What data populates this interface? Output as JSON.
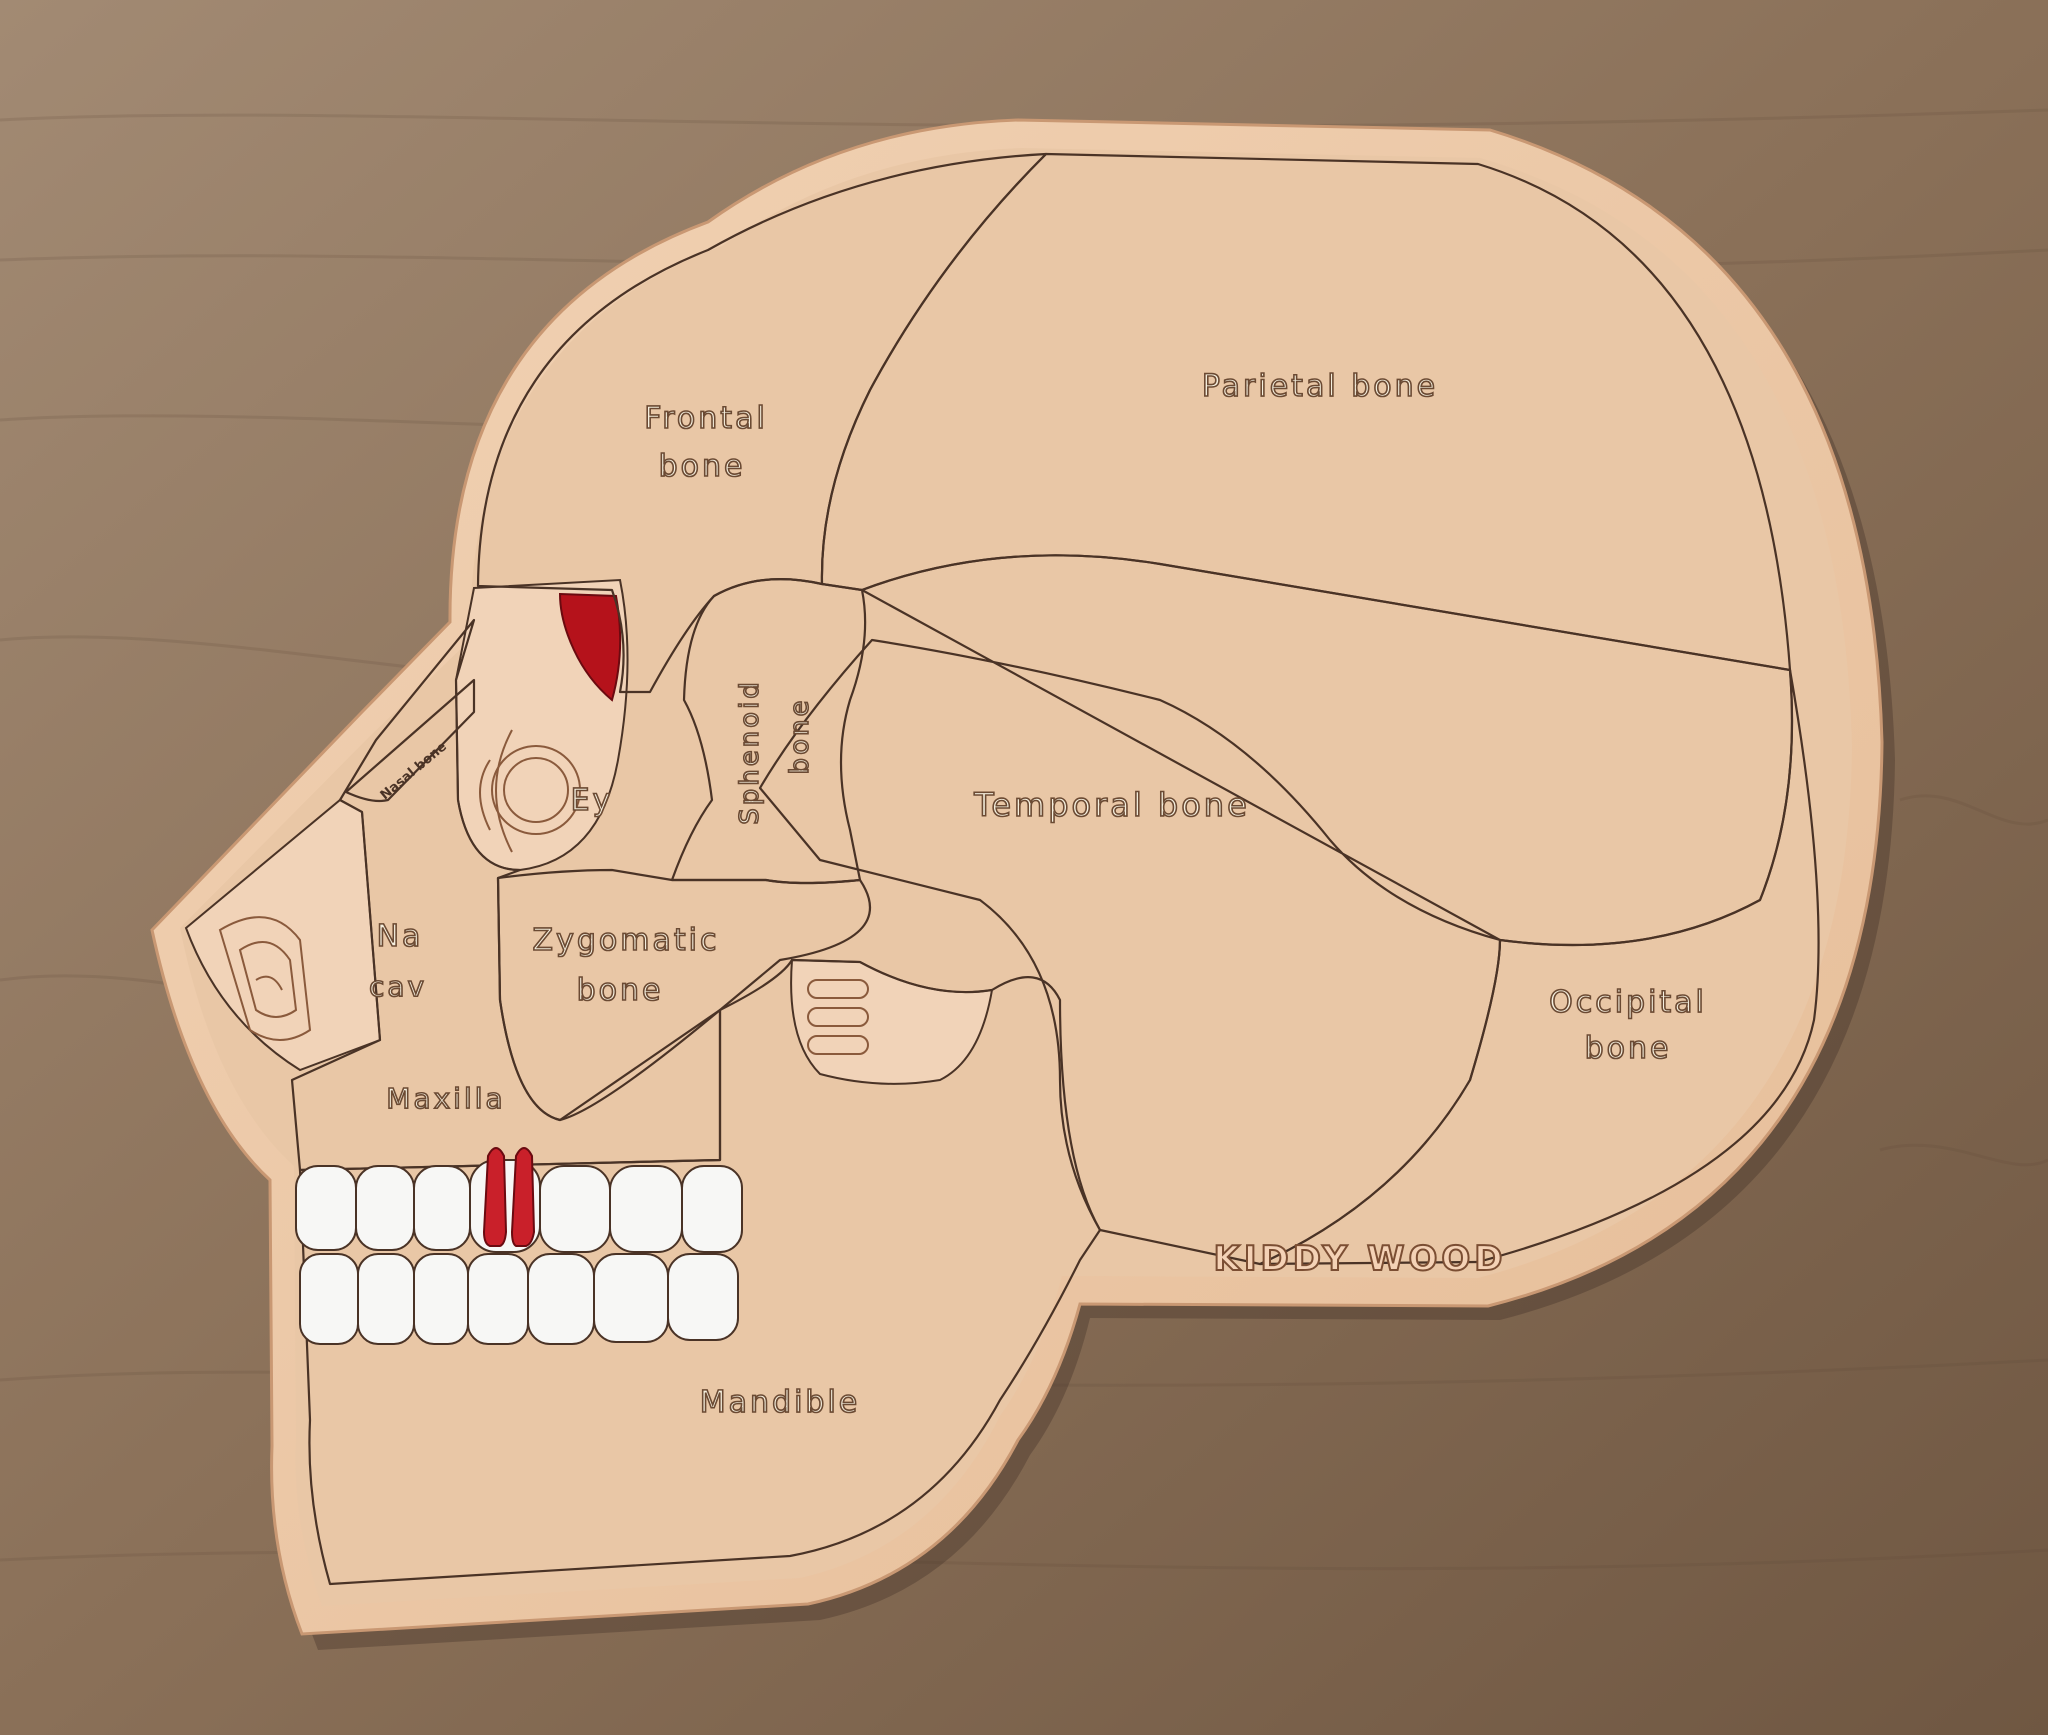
{
  "labels": {
    "frontal_1": "Frontal",
    "frontal_2": "bone",
    "parietal": "Parietal bone",
    "sphenoid_1": "Sphenoid",
    "sphenoid_2": "bone",
    "temporal": "Temporal bone",
    "zygomatic_1": "Zygomatic",
    "zygomatic_2": "bone",
    "occipital_1": "Occipital",
    "occipital_2": "bone",
    "maxilla": "Maxilla",
    "mandible": "Mandible",
    "nasal_bone": "Nasal bone",
    "nasal_cavity_1": "Na",
    "nasal_cavity_2": "cav",
    "eye": "Ey"
  },
  "brand": "KIDDY WOOD",
  "colors": {
    "table": "#8a6f56",
    "board": "#ecc8a6",
    "bone": "#f2ead4",
    "inset": "#f1d3b8",
    "teeth": "#f7f7f5",
    "pulp": "#c9202a",
    "eye_red": "#b5121b"
  }
}
